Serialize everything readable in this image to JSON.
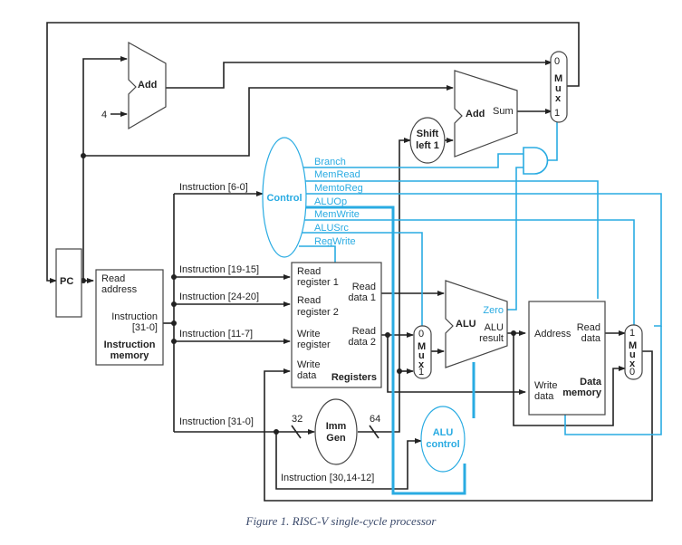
{
  "caption": "Figure 1. RISC-V single-cycle processor",
  "colors": {
    "wire": "#222222",
    "control": "#29abe2",
    "caption": "#3b4a6b"
  },
  "blocks": {
    "pc": "PC",
    "add_pc": "Add",
    "four": "4",
    "add_branch": "Add",
    "sum": "Sum",
    "shift": [
      "Shift",
      "left 1"
    ],
    "control": "Control",
    "imem": {
      "read_address": [
        "Read",
        "address"
      ],
      "instruction": [
        "Instruction",
        "[31-0]"
      ],
      "title": [
        "Instruction",
        "memory"
      ]
    },
    "regs": {
      "rr1": [
        "Read",
        "register 1"
      ],
      "rr2": [
        "Read",
        "register 2"
      ],
      "wr": [
        "Write",
        "register"
      ],
      "wd": [
        "Write",
        "data"
      ],
      "rd1": [
        "Read",
        "data 1"
      ],
      "rd2": [
        "Read",
        "data 2"
      ],
      "title": "Registers"
    },
    "immgen": [
      "Imm",
      "Gen"
    ],
    "bits_in": "32",
    "bits_out": "64",
    "alu": {
      "label": "ALU",
      "zero": "Zero",
      "result": [
        "ALU",
        "result"
      ]
    },
    "alu_control": [
      "ALU",
      "control"
    ],
    "dmem": {
      "address": "Address",
      "read_data": [
        "Read",
        "data"
      ],
      "write_data": [
        "Write",
        "data"
      ],
      "title": [
        "Data",
        "memory"
      ]
    },
    "mux": {
      "label": [
        "M",
        "u",
        "x"
      ],
      "pc_mux": [
        "0",
        "1"
      ],
      "alu_mux": [
        "0",
        "1"
      ],
      "wb_mux": [
        "1",
        "0"
      ]
    }
  },
  "control_signals": [
    "Branch",
    "MemRead",
    "MemtoReg",
    "ALUOp",
    "MemWrite",
    "ALUSrc",
    "RegWrite"
  ],
  "instruction_fields": {
    "opcode": "Instruction [6-0]",
    "rs1": "Instruction [19-15]",
    "rs2": "Instruction [24-20]",
    "rd": "Instruction [11-7]",
    "imm": "Instruction [31-0]",
    "funct": "Instruction [30,14-12]"
  }
}
